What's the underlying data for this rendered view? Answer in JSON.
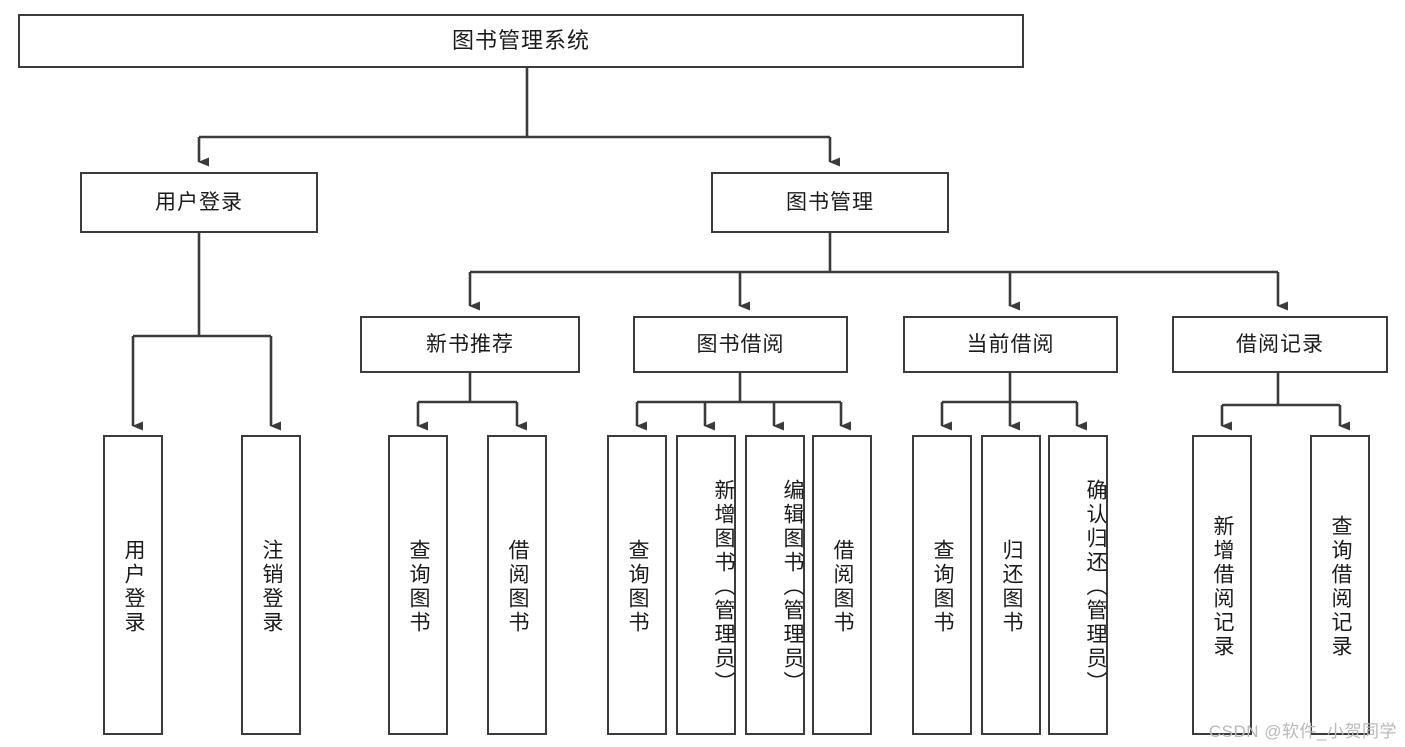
{
  "diagram": {
    "title": "图书管理系统",
    "type": "功能结构图",
    "colors": {
      "box_border": "#3b3b3b",
      "box_fill": "#ffffff",
      "line": "#3b3b3b",
      "text": "#1b1b1b",
      "watermark": "#b9b9b9",
      "background": "#ffffff"
    }
  },
  "root": {
    "label": "图书管理系统"
  },
  "level2": [
    {
      "id": "user-login",
      "label": "用户登录"
    },
    {
      "id": "book-manage",
      "label": "图书管理"
    }
  ],
  "level3": [
    {
      "id": "new-book-recommend",
      "label": "新书推荐"
    },
    {
      "id": "book-borrow",
      "label": "图书借阅"
    },
    {
      "id": "current-borrow",
      "label": "当前借阅"
    },
    {
      "id": "borrow-record",
      "label": "借阅记录"
    }
  ],
  "leaves": {
    "user_login": [
      {
        "id": "leaf-user-login",
        "label": "用户登录"
      },
      {
        "id": "leaf-logout",
        "label": "注销登录"
      }
    ],
    "new_book_recommend": [
      {
        "id": "leaf-query-book-1",
        "label": "查询图书"
      },
      {
        "id": "leaf-borrow-book-1",
        "label": "借阅图书"
      }
    ],
    "book_borrow": [
      {
        "id": "leaf-query-book-2",
        "label": "查询图书"
      },
      {
        "id": "leaf-add-book",
        "label": "新增图书（管理员）"
      },
      {
        "id": "leaf-edit-book",
        "label": "编辑图书（管理员）"
      },
      {
        "id": "leaf-borrow-book-2",
        "label": "借阅图书"
      }
    ],
    "current_borrow": [
      {
        "id": "leaf-query-book-3",
        "label": "查询图书"
      },
      {
        "id": "leaf-return-book",
        "label": "归还图书"
      },
      {
        "id": "leaf-confirm-return",
        "label": "确认归还（管理员）"
      }
    ],
    "borrow_record": [
      {
        "id": "leaf-add-record",
        "label": "新增借阅记录"
      },
      {
        "id": "leaf-query-record",
        "label": "查询借阅记录"
      }
    ]
  },
  "watermark": {
    "text": "CSDN @软件_小贺同学"
  }
}
